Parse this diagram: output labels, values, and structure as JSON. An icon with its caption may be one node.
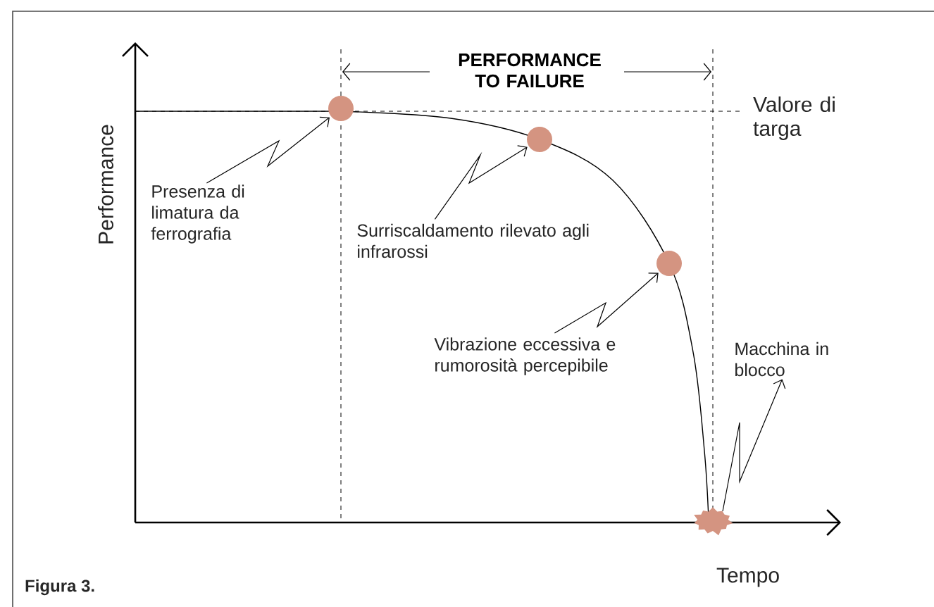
{
  "diagram": {
    "caption": "Figura 3.",
    "nodes": [
      {
        "text": [],
        "shape": "circle"
      },
      {
        "text": [],
        "shape": "circle"
      },
      {
        "text": [],
        "shape": "circle"
      },
      {
        "text": [],
        "shape": "starburst"
      },
      {
        "text": [
          "Presenza di limatura da ferrografia"
        ]
      },
      {
        "text": [
          "Surriscaldamento rilevato agli infrarossi"
        ]
      },
      {
        "text": [
          "Vibrazione eccessiva e rumorosità percepibile"
        ]
      },
      {
        "text": [
          "Macchina in blocco"
        ]
      }
    ],
    "edges": [
      {
        "from": 4,
        "to": 0,
        "arrow": "to"
      },
      {
        "from": 5,
        "to": 1,
        "arrow": "to"
      },
      {
        "from": 6,
        "to": 2,
        "arrow": "to"
      },
      {
        "from": 3,
        "to": 7,
        "arrow": "to"
      }
    ],
    "labels": [
      "PERFORMANCE TO FAILURE",
      "Valore di targa",
      "Performance",
      "Tempo"
    ]
  }
}
